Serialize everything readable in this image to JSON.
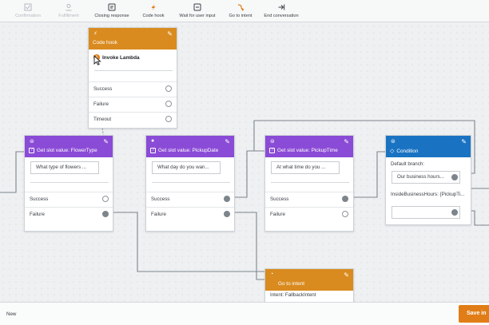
{
  "toolbar": {
    "items": [
      {
        "label": "Confirmation",
        "icon": "checkbox-icon",
        "disabled": true
      },
      {
        "label": "Fulfillment",
        "icon": "fulfillment-icon",
        "disabled": true
      },
      {
        "label": "Closing response",
        "icon": "message-icon",
        "disabled": false
      },
      {
        "label": "Code hook",
        "icon": "code-hook-icon",
        "disabled": false
      },
      {
        "label": "Wait for user input",
        "icon": "wait-input-icon",
        "disabled": false
      },
      {
        "label": "Go to intent",
        "icon": "goto-intent-icon",
        "disabled": false
      },
      {
        "label": "End conversation",
        "icon": "end-conversation-icon",
        "disabled": false
      }
    ]
  },
  "blocks": {
    "code_hook": {
      "title": "Code hook",
      "subtitle": "Invoke Lambda",
      "rows": [
        "Success",
        "Failure",
        "Timeout"
      ]
    },
    "flower_type": {
      "title": "Get slot value: FlowerType",
      "prompt": "What type of flowers ...",
      "rows": [
        "Success",
        "Failure"
      ]
    },
    "pickup_date": {
      "title": "Get slot value: PickupDate",
      "prompt": "What day do you wan...",
      "rows": [
        "Success",
        "Failure"
      ]
    },
    "pickup_time": {
      "title": "Get slot value: PickupTime",
      "prompt": "At what time do you ...",
      "rows": [
        "Success",
        "Failure"
      ]
    },
    "condition": {
      "title": "Condition",
      "default_label": "Default branch:",
      "default_value": "Our business hours...",
      "branch_label": "InsideBusinessHours: {PickupTi...",
      "branch_value": ""
    },
    "go_to_intent": {
      "title": "Go to intent",
      "intent_line": "Intent: FallbackIntent"
    }
  },
  "footer": {
    "status": "New",
    "save_label": "Save in"
  },
  "colors": {
    "slot_header": "#8a4bd6",
    "code_hook_header": "#d98b1f",
    "condition_header": "#1a73c2",
    "save_button": "#e07d16"
  }
}
